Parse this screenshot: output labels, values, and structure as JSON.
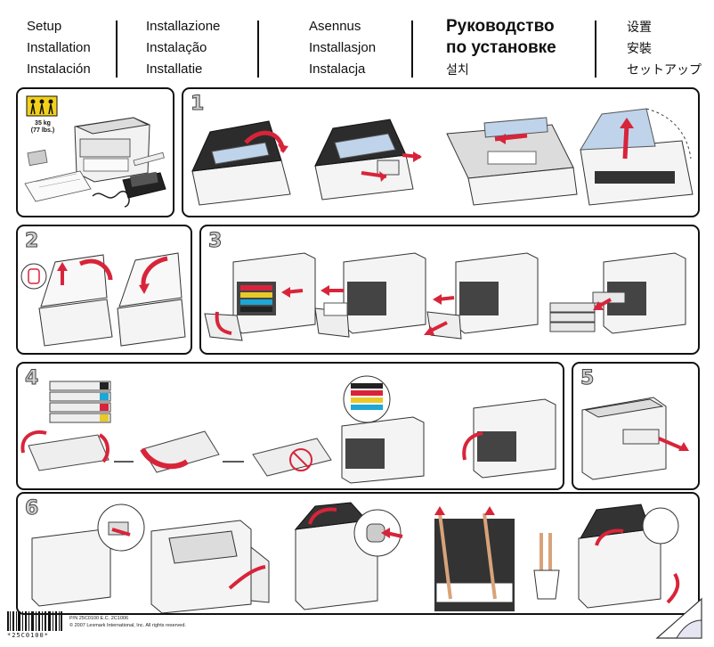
{
  "header": {
    "col1": [
      "Setup",
      "Installation",
      "Instalación"
    ],
    "col2": [
      "Installazione",
      "Instalação",
      "Installatie"
    ],
    "col3": [
      "Asennus",
      "Installasjon",
      "Instalacja"
    ],
    "col4": [
      "Руководство",
      "по установке",
      "설치"
    ],
    "col5": [
      "设置",
      "安裝",
      "セットアップ"
    ]
  },
  "steps": {
    "s1": "1",
    "s2": "2",
    "s3": "3",
    "s4": "4",
    "s5": "5",
    "s6": "6"
  },
  "warning": {
    "weight_kg": "35 kg",
    "weight_lbs": "(77 lbs.)"
  },
  "footer": {
    "part_number": "P/N 25C0100 E.C. 2C1006",
    "copyright": "© 2007 Lexmark International, Inc. All rights reserved.",
    "barcode_text": "*25C0100*"
  },
  "colors": {
    "accent": "#d8243a",
    "line": "#111111",
    "gray": "#cfcfcf"
  }
}
